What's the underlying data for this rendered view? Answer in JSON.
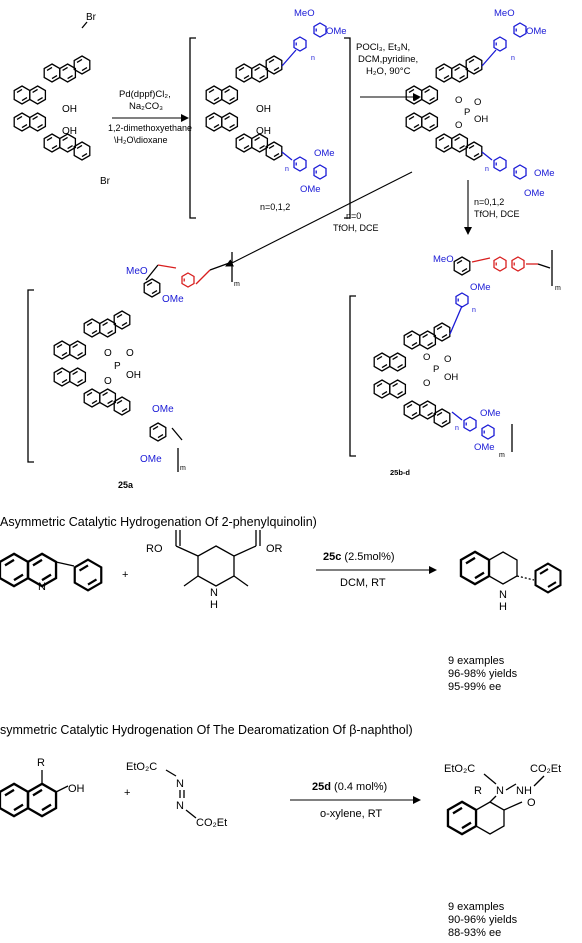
{
  "scheme1": {
    "sm": {
      "br_top": "Br",
      "br_bot": "Br",
      "oh1": "OH",
      "oh2": "OH"
    },
    "step1": {
      "l1": "Pd(dppf)Cl₂,",
      "l2": "Na₂CO₃",
      "l3": "1,2-dimethoxyethane",
      "l4": "\\H₂O\\dioxane"
    },
    "int1": {
      "meo": "MeO",
      "ome_top": "OMe",
      "n_top": "n",
      "oh1": "OH",
      "oh2": "OH",
      "n_bot": "n",
      "ome_b1": "OMe",
      "ome_b2": "OMe",
      "n_label": "n=0,1,2"
    },
    "step2": {
      "l1": "POCl₃, Et₃N,",
      "l2": "DCM,pyridine,",
      "l3": "H₂O, 90°C"
    },
    "int2": {
      "meo": "MeO",
      "ome_top": "OMe",
      "n_top": "n",
      "o1": "O",
      "p": "P",
      "o2": "O",
      "oh": "OH",
      "o3": "O",
      "n_bot": "n",
      "ome_b1": "OMe",
      "ome_b2": "OMe"
    },
    "step_left": {
      "l1": "n=0",
      "l2": "TfOH, DCE"
    },
    "step_right": {
      "l1": "n=0,1,2",
      "l2": "TfOH, DCE"
    },
    "p25a": {
      "meo": "MeO",
      "ome": "OMe",
      "o1": "O",
      "p": "P",
      "o2": "O",
      "oh": "OH",
      "o3": "O",
      "ome_b1": "OMe",
      "ome_b2": "OMe",
      "m_top": "m",
      "m_bot": "m",
      "label": "25a"
    },
    "p25bd": {
      "meo": "MeO",
      "ome": "OMe",
      "n_top": "n",
      "o1": "O",
      "p": "P",
      "o2": "O",
      "oh": "OH",
      "o3": "O",
      "n_bot": "n",
      "ome_b1": "OMe",
      "ome_b2": "OMe",
      "m_top": "m",
      "m_bot": "m",
      "label": "25b-d"
    }
  },
  "scheme2": {
    "title": "Asymmetric Catalytic Hydrogenation Of 2-phenylquinolin)",
    "n_atom": "N",
    "plus": "+",
    "ro_left": "RO",
    "or_right": "OR",
    "nh_n": "N",
    "nh_h": "H",
    "catalyst": "25c",
    "loading": " (2.5mol%)",
    "conditions": "DCM, RT",
    "prod_n": "N",
    "prod_h": "H",
    "r1": "9 examples",
    "r2": "96-98% yields",
    "r3": "95-99% ee"
  },
  "scheme3": {
    "title": "symmetric Catalytic Hydrogenation Of  The Dearomatization Of β-naphthol)",
    "r": "R",
    "oh": "OH",
    "plus": "+",
    "eto2c": "EtO₂C",
    "n1": "N",
    "n2": "N",
    "co2et": "CO₂Et",
    "catalyst": "25d",
    "loading": " (0.4 mol%)",
    "conditions": "o-xylene, RT",
    "p_eto2c": "EtO₂C",
    "p_co2et": "CO₂Et",
    "p_r": "R",
    "p_n": "N",
    "p_nh": "NH",
    "p_o": "O",
    "r1": "9 examples",
    "r2": "90-96% yields",
    "r3": "88-93% ee"
  }
}
